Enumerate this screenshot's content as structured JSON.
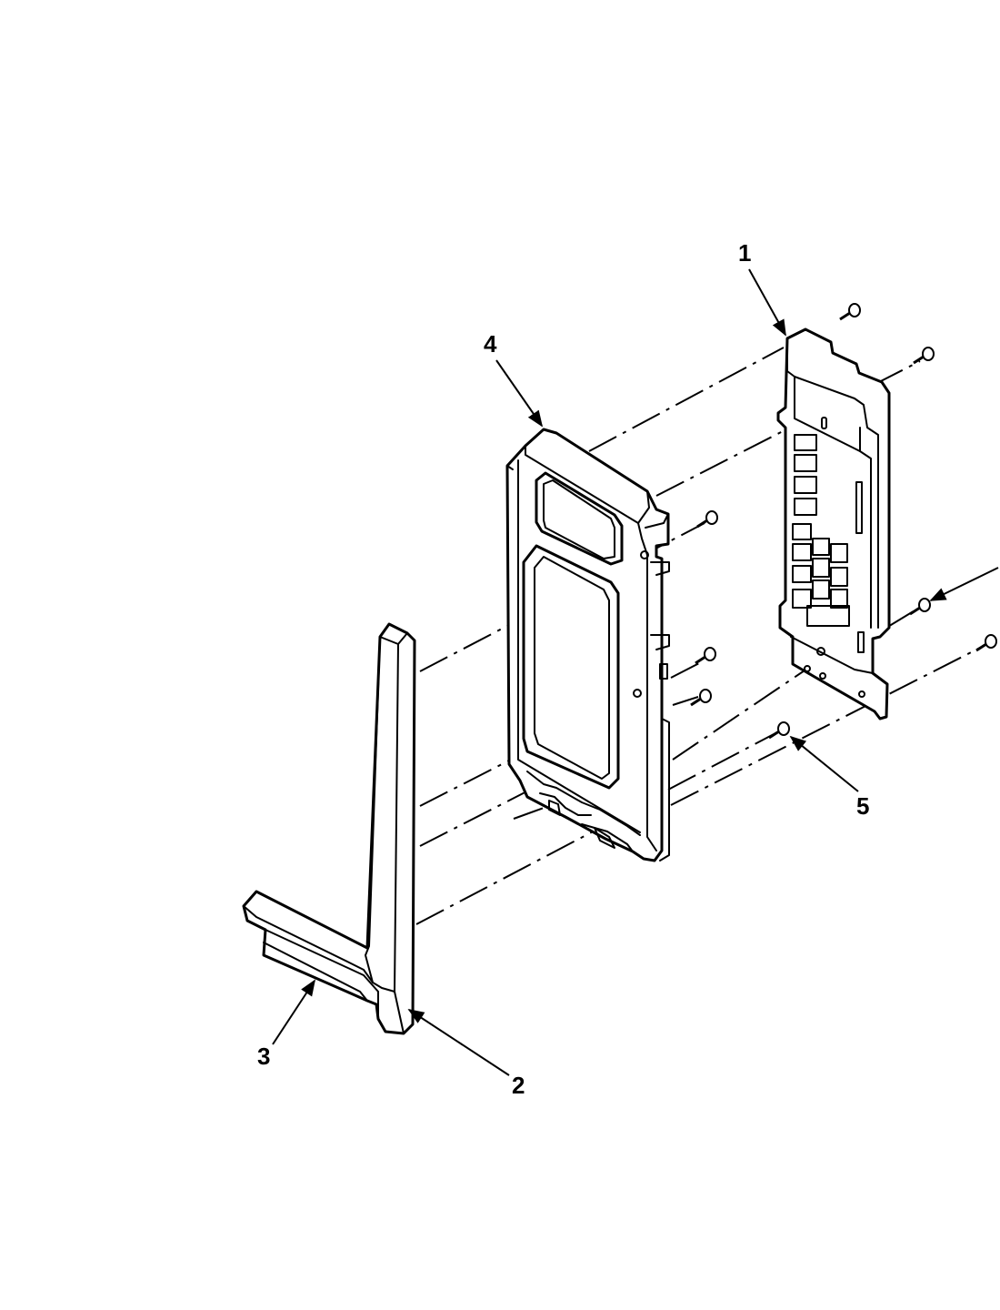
{
  "callouts": [
    {
      "id": "1",
      "text": "1"
    },
    {
      "id": "2",
      "text": "2"
    },
    {
      "id": "3",
      "text": "3"
    },
    {
      "id": "4",
      "text": "4"
    },
    {
      "id": "5",
      "text": "5"
    }
  ]
}
